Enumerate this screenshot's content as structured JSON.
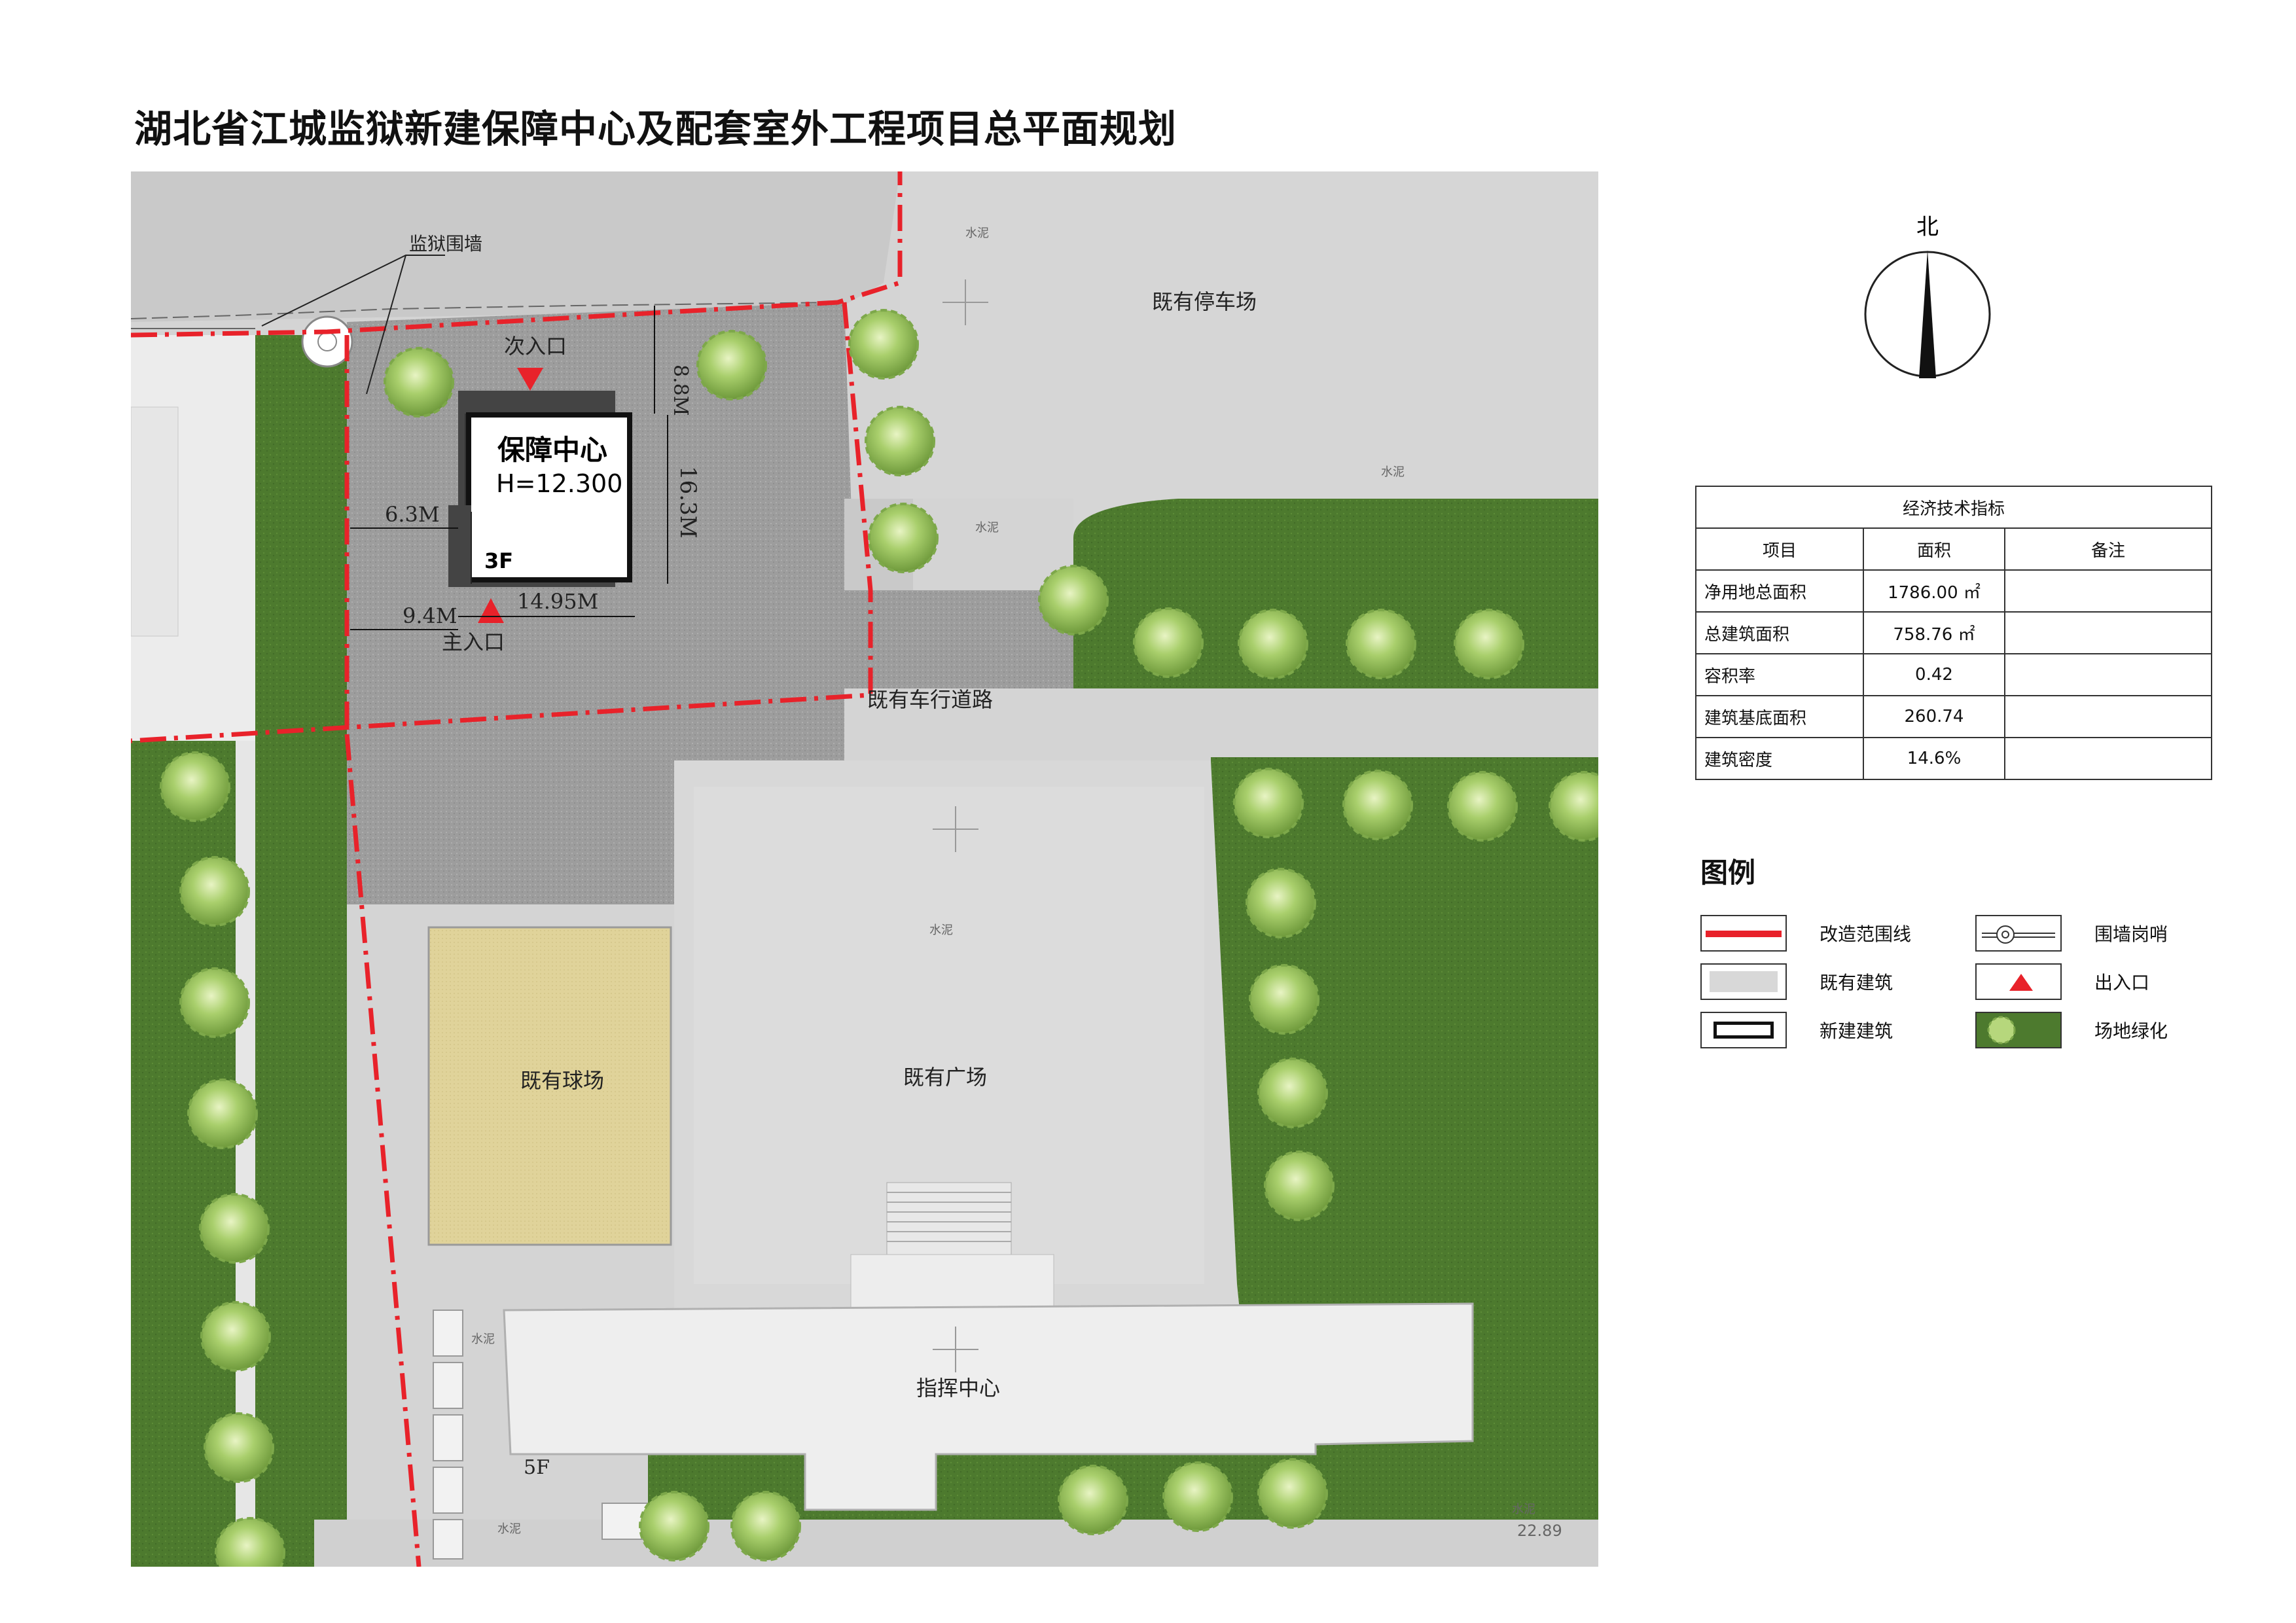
{
  "title": "湖北省江城监狱新建保障中心及配套室外工程项目总平面规划",
  "plan": {
    "building_name": "保障中心",
    "building_height": "H=12.300",
    "building_floors": "3F",
    "secondary_entrance": "次入口",
    "main_entrance": "主入口",
    "dim_top": "8.8M",
    "dim_depth": "16.3M",
    "dim_left": "6.3M",
    "dim_bottom_left": "9.4M",
    "dim_width": "14.95M",
    "prison_wall": "监狱围墙",
    "existing_parking": "既有停车场",
    "existing_road": "既有车行道路",
    "existing_court": "既有球场",
    "existing_plaza": "既有广场",
    "command_center": "指挥中心",
    "command_floors": "5F",
    "cement_1": "水泥",
    "cement_2": "水泥",
    "cement_3": "水泥",
    "cement_4": "水泥",
    "cement_5": "水泥",
    "cement_6": "水泥",
    "cement_7": "水泥",
    "elevation": "22.89"
  },
  "compass": {
    "north": "北"
  },
  "indicators": {
    "caption": "经济技术指标",
    "headers": [
      "项目",
      "面积",
      "备注"
    ],
    "rows": [
      {
        "item": "净用地总面积",
        "value": "1786.00 ㎡",
        "note": ""
      },
      {
        "item": "总建筑面积",
        "value": "758.76 ㎡",
        "note": ""
      },
      {
        "item": "容积率",
        "value": "0.42",
        "note": ""
      },
      {
        "item": "建筑基底面积",
        "value": "260.74",
        "note": ""
      },
      {
        "item": "建筑密度",
        "value": "14.6%",
        "note": ""
      }
    ]
  },
  "legend": {
    "title": "图例",
    "items": [
      {
        "symbol": "red-boundary-line",
        "label": "改造范围线"
      },
      {
        "symbol": "guard-post",
        "label": "围墙岗哨"
      },
      {
        "symbol": "existing-building",
        "label": "既有建筑"
      },
      {
        "symbol": "entrance-triangle",
        "label": "出入口"
      },
      {
        "symbol": "new-building",
        "label": "新建建筑"
      },
      {
        "symbol": "site-greening",
        "label": "场地绿化"
      }
    ]
  },
  "colors": {
    "boundary_red": "#e8222a",
    "grass": "#4d7a2e",
    "paving": "#9a9a9a",
    "existing_building": "#d8d8d8",
    "court_sand": "#e0d39a"
  }
}
